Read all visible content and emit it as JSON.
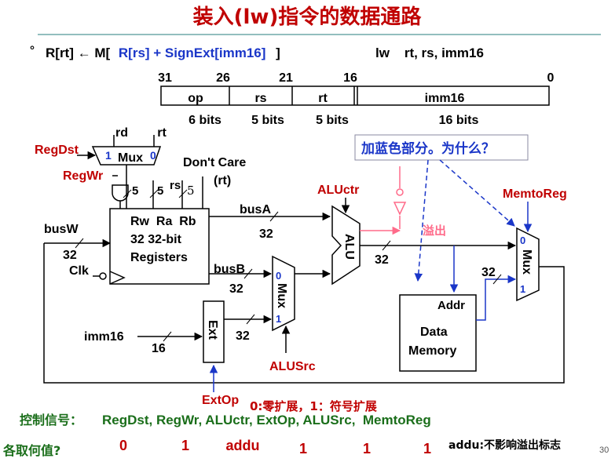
{
  "slide": {
    "title": "装入(lw)指令的数据通路",
    "rtl_bullet": "°",
    "rtl_left": "R[rt] ← M[",
    "rtl_blue": "R[rs] + SignExt[imm16]",
    "rtl_right": "]",
    "asm": "lw    rt, rs, imm16",
    "page_number": "30"
  },
  "format": {
    "bit_positions": [
      "31",
      "26",
      "21",
      "16",
      "0"
    ],
    "fields": [
      "op",
      "rs",
      "rt",
      "imm16"
    ],
    "widths": [
      "6 bits",
      "5 bits",
      "5 bits",
      "16 bits"
    ]
  },
  "datapath": {
    "rd": "rd",
    "rt": "rt",
    "mux_top": "Mux",
    "mux_top_in1": "1",
    "mux_top_in0": "0",
    "regdst": "RegDst",
    "regwr": "RegWr",
    "dont_care": "Don't Care",
    "dont_care_rt": "(rt)",
    "rs": "rs",
    "five_a": "5",
    "five_b": "5",
    "five_c": "5",
    "reg_line1": "Rw  Ra  Rb",
    "reg_line2": "32 32-bit",
    "reg_line3": "Registers",
    "busw": "busW",
    "busw_32": "32",
    "clk": "Clk",
    "busa": "busA",
    "busa_32": "32",
    "busb": "busB",
    "busb_32": "32",
    "imm16": "imm16",
    "imm16_16": "16",
    "ext": "Ext",
    "ext_32": "32",
    "mux_alu": "Mux",
    "mux_alu_0": "0",
    "mux_alu_1": "1",
    "alusrc": "ALUSrc",
    "alu": "ALU",
    "aluctr": "ALUctr",
    "overflow": "溢出",
    "alu_32": "32",
    "memtoreg": "MemtoReg",
    "mux_mem": "Mux",
    "mux_mem_0": "0",
    "mux_mem_1": "1",
    "mem_32": "32",
    "addr": "Addr",
    "data": "Data",
    "memory": "Memory",
    "callout": "加蓝色部分。为什么？",
    "extop": "ExtOp",
    "extop_note": "0:零扩展，1：符号扩展"
  },
  "controls": {
    "label": "控制信号：",
    "names": "RegDst, RegWr, ALUctr, ExtOp, ALUSrc,  MemtoReg",
    "question": "各取何值?",
    "values": [
      "0",
      "1",
      "addu",
      "1",
      "1",
      "1"
    ],
    "note": "addu:不影响溢出标志"
  },
  "colors": {
    "title": "#c00000",
    "signal": "#c00000",
    "mux_index": "#1a36c8",
    "highlight": "#1a36c8",
    "overflow": "#ff6b8a",
    "controls": "#1a6e1a"
  }
}
